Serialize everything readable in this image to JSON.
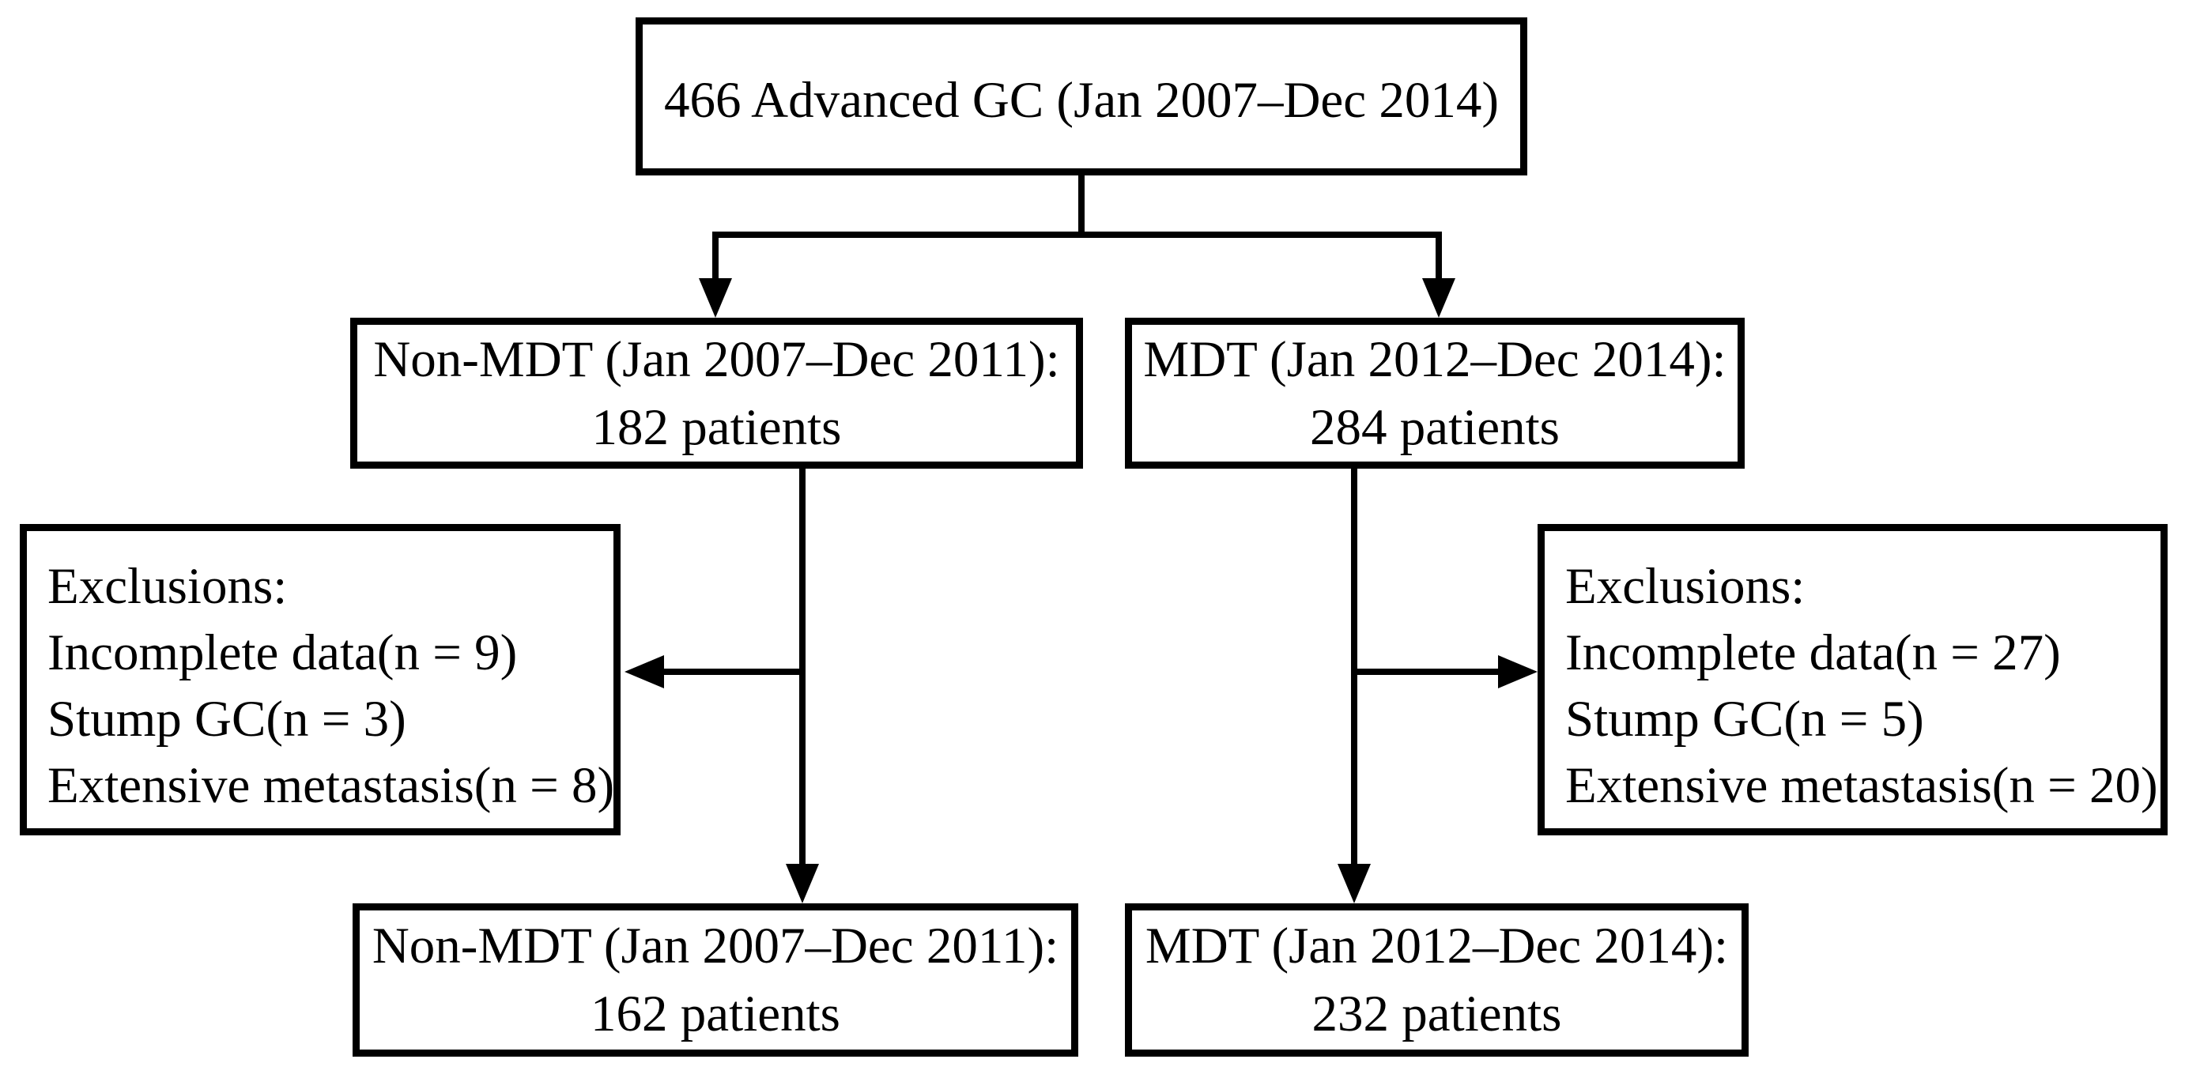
{
  "diagram": {
    "kind": "patient-flow-diagram",
    "colors": {
      "line": "#000000",
      "box_border": "#000000",
      "box_fill": "#ffffff",
      "text": "#000000",
      "background": "#ffffff"
    },
    "nodes": {
      "total": {
        "line1": "466 Advanced GC (Jan 2007–Dec 2014)"
      },
      "non_mdt": {
        "line1": "Non-MDT (Jan 2007–Dec 2011):",
        "line2": "182 patients"
      },
      "mdt": {
        "line1": "MDT (Jan 2012–Dec 2014):",
        "line2": "284 patients"
      },
      "exclusions_non_mdt": {
        "title": "Exclusions:",
        "items": [
          "Incomplete data(n = 9)",
          "Stump GC(n = 3)",
          "Extensive metastasis(n = 8)"
        ]
      },
      "exclusions_mdt": {
        "title": "Exclusions:",
        "items": [
          "Incomplete data(n = 27)",
          "Stump GC(n = 5)",
          "Extensive metastasis(n = 20)"
        ]
      },
      "non_mdt_final": {
        "line1": "Non-MDT (Jan 2007–Dec 2011):",
        "line2": "162 patients"
      },
      "mdt_final": {
        "line1": "MDT (Jan 2012–Dec 2014):",
        "line2": "232 patients"
      }
    },
    "edges": [
      {
        "from": "total",
        "to": "non_mdt"
      },
      {
        "from": "total",
        "to": "mdt"
      },
      {
        "from": "non_mdt",
        "to": "exclusions_non_mdt"
      },
      {
        "from": "non_mdt",
        "to": "non_mdt_final"
      },
      {
        "from": "mdt",
        "to": "exclusions_mdt"
      },
      {
        "from": "mdt",
        "to": "mdt_final"
      }
    ]
  }
}
